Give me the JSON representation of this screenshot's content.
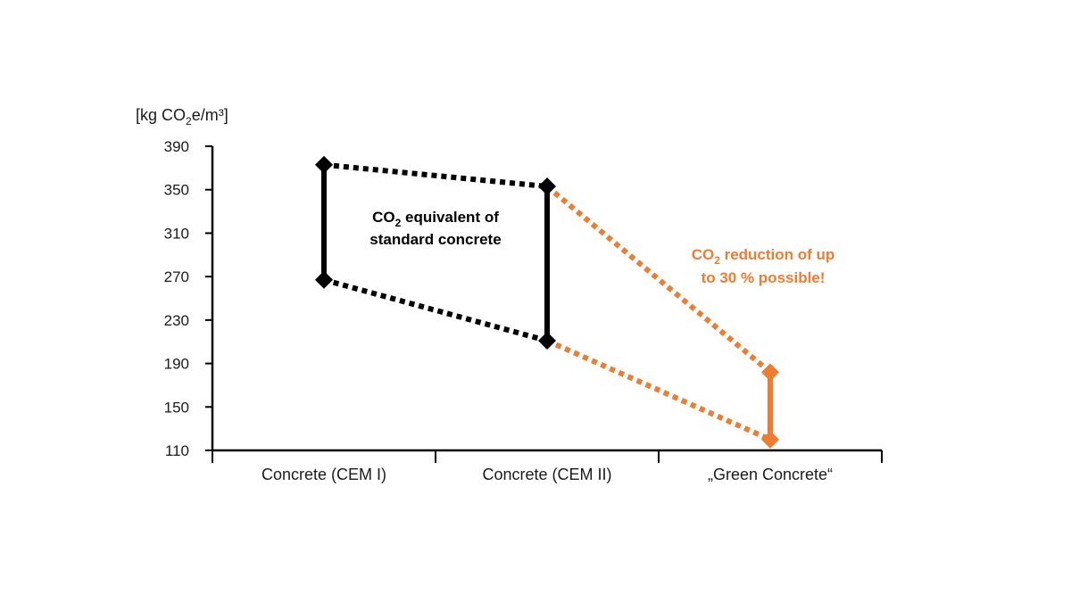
{
  "colors": {
    "standard": "#000000",
    "green": "#ED7D31",
    "axis": "#000000"
  },
  "chart_data": {
    "type": "line",
    "unit_label": {
      "prefix": "[kg CO",
      "sub": "2",
      "suffix": "e/m³]"
    },
    "categories": [
      "Concrete (CEM I)",
      "Concrete (CEM II)",
      "„Green Concrete“"
    ],
    "ylim": [
      110,
      390
    ],
    "yticks": [
      110,
      150,
      190,
      230,
      270,
      310,
      350,
      390
    ],
    "grid": false,
    "ranges": [
      {
        "category": "Concrete (CEM I)",
        "low": 267,
        "high": 373
      },
      {
        "category": "Concrete (CEM II)",
        "low": 211,
        "high": 353
      },
      {
        "category": "„Green Concrete“",
        "low": 120,
        "high": 182
      }
    ],
    "annotations": [
      {
        "lines": [
          {
            "prefix": "CO",
            "sub": "2",
            "suffix": " equivalent of"
          },
          {
            "prefix": "standard concrete",
            "sub": "",
            "suffix": ""
          }
        ],
        "color": "#000000"
      },
      {
        "lines": [
          {
            "prefix": "CO",
            "sub": "2",
            "suffix": " reduction of up"
          },
          {
            "prefix": "to 30 % possible!",
            "sub": "",
            "suffix": ""
          }
        ],
        "color": "#ED7D31"
      }
    ]
  }
}
